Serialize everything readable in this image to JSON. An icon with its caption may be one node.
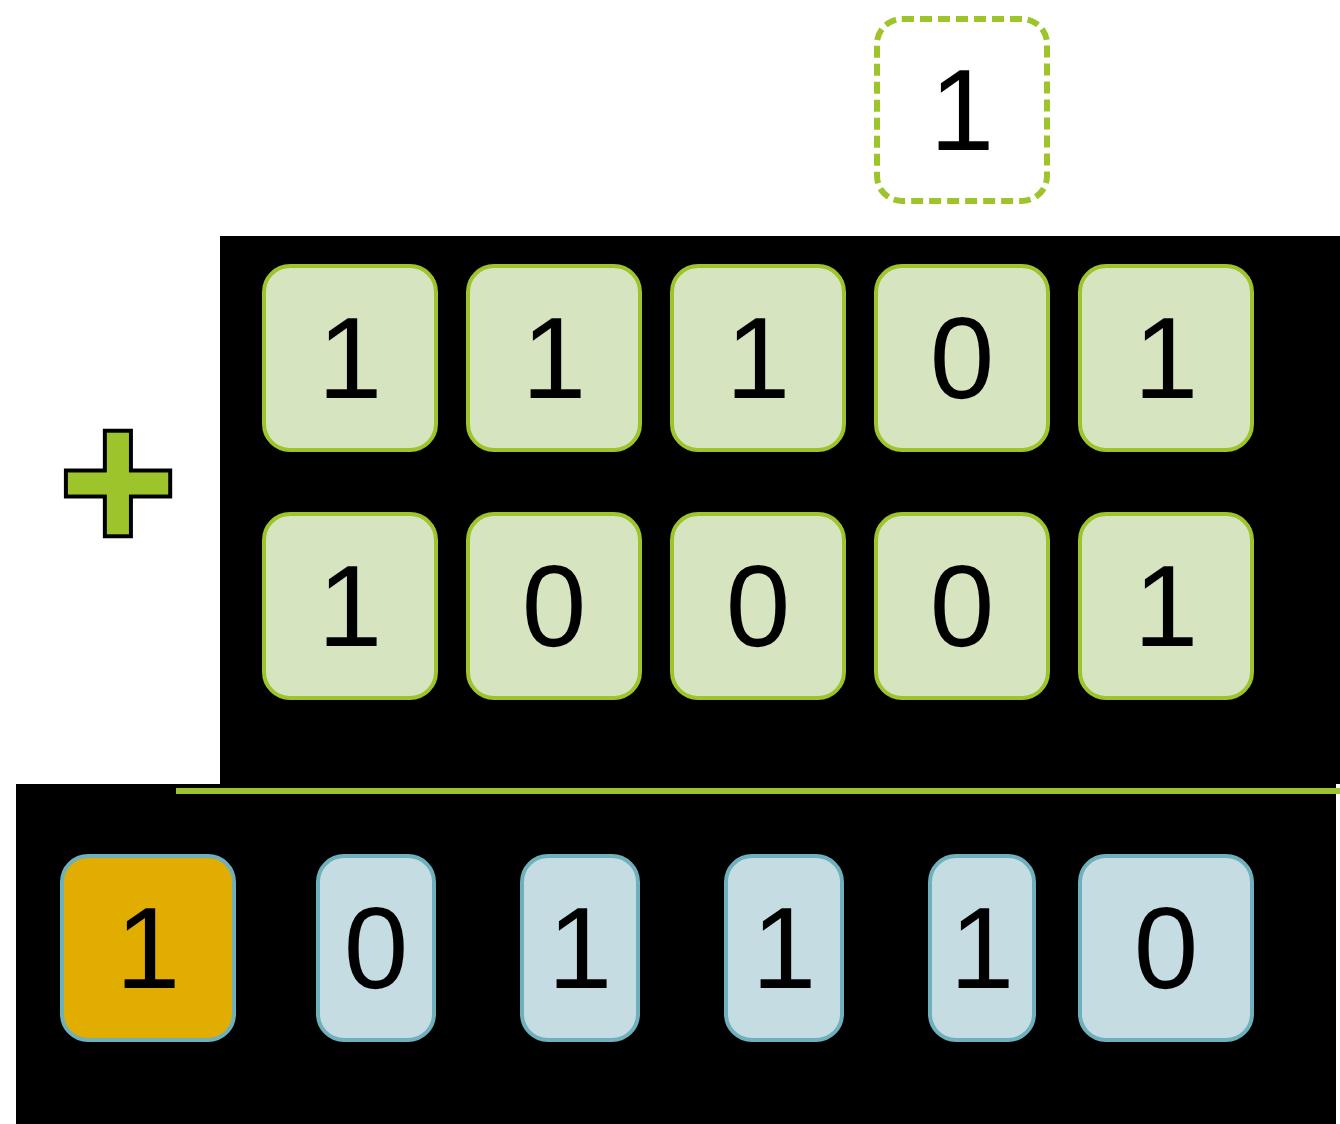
{
  "diagram": {
    "nodes": [
      {
        "text": [
          "1"
        ]
      },
      {
        "text": [
          "1"
        ]
      },
      {
        "text": [
          "1"
        ]
      },
      {
        "text": [
          "1"
        ]
      },
      {
        "text": [
          "0"
        ]
      },
      {
        "text": [
          "1"
        ]
      },
      {
        "text": [
          "1"
        ]
      },
      {
        "text": [
          "0"
        ]
      },
      {
        "text": [
          "0"
        ]
      },
      {
        "text": [
          "0"
        ]
      },
      {
        "text": [
          "1"
        ]
      },
      {
        "text": [
          "1"
        ]
      },
      {
        "text": [
          "0"
        ]
      },
      {
        "text": [
          "1"
        ]
      },
      {
        "text": [
          "1"
        ]
      },
      {
        "text": [
          "1"
        ]
      },
      {
        "text": [
          "0"
        ]
      }
    ],
    "labels": [
      "+"
    ]
  }
}
